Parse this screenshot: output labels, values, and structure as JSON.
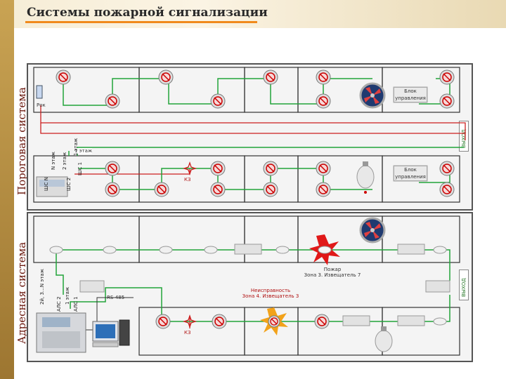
{
  "title": "Системы пожарной сигнализации",
  "threshold_system": {
    "label": "Пороговая система",
    "control_unit_label_top": "Блок управления",
    "control_unit_label_bottom": "Блок управления",
    "rok_label": "Рок",
    "kz_label": "КЗ",
    "floor_labels": [
      "N этаж",
      "2 этаж",
      "1 этаж"
    ],
    "floor_1_tag": "1 этаж",
    "loop_labels": [
      "ШС N",
      "ШС 2",
      "ШС 1"
    ],
    "side_tab_label": "ВЫХОД"
  },
  "address_system": {
    "label": "Адресная система",
    "fire_event": "Пожар\nЗона 3. Извещатель 7",
    "fault_event": "Неисправность\nЗона 4. Извещатель 3",
    "rs485_label": "RS-485",
    "kz_label": "КЗ",
    "floor_labels": [
      "2й, 3…N этаж",
      "1 этаж"
    ],
    "loop_labels": [
      "АЛС 2",
      "АЛС 1"
    ],
    "side_tab_label": "ВЫХОД"
  },
  "colors": {
    "wire_green": "#22a33a",
    "wire_red": "#cc1f1f",
    "gold": "#b8913f",
    "title_accent": "#f08a1c"
  }
}
